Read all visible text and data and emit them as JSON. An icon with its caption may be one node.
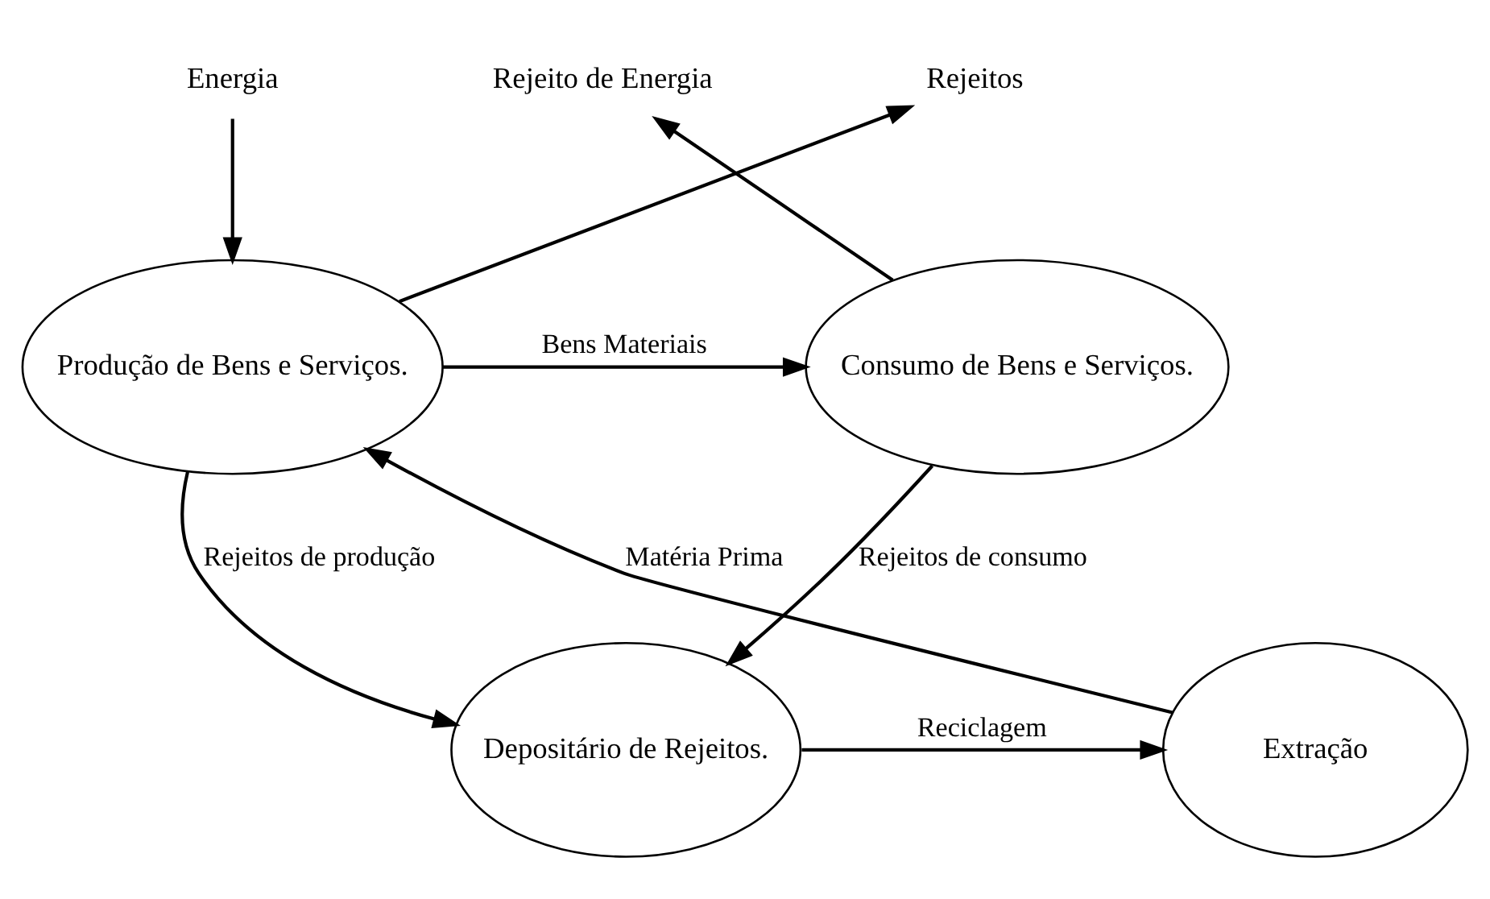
{
  "diagram": {
    "nodes": [
      {
        "text": [
          "Energia"
        ]
      },
      {
        "text": [
          "Produção de Bens e Serviços."
        ]
      },
      {
        "text": [
          "Rejeitos"
        ]
      },
      {
        "text": [
          "Consumo de Bens e Serviços."
        ]
      },
      {
        "text": [
          "Rejeito de Energia"
        ]
      },
      {
        "text": [
          "Extração"
        ]
      },
      {
        "text": [
          "Depositário de Rejeitos."
        ]
      }
    ],
    "edges": [
      {
        "from": 0,
        "to": 1,
        "arrow": "to"
      },
      {
        "from": 1,
        "to": 2,
        "arrow": "to"
      },
      {
        "from": 1,
        "to": 3,
        "arrow": "to",
        "label": "Bens Materiais"
      },
      {
        "from": 3,
        "to": 4,
        "arrow": "to"
      },
      {
        "from": 1,
        "to": 6,
        "arrow": "to",
        "label": "Rejeitos de produção"
      },
      {
        "from": 3,
        "to": 6,
        "arrow": "to",
        "label": "Rejeitos de consumo"
      },
      {
        "from": 6,
        "to": 5,
        "arrow": "to",
        "label": "Reciclagem"
      },
      {
        "from": 5,
        "to": 1,
        "arrow": "to",
        "label": "Matéria Prima"
      }
    ]
  }
}
